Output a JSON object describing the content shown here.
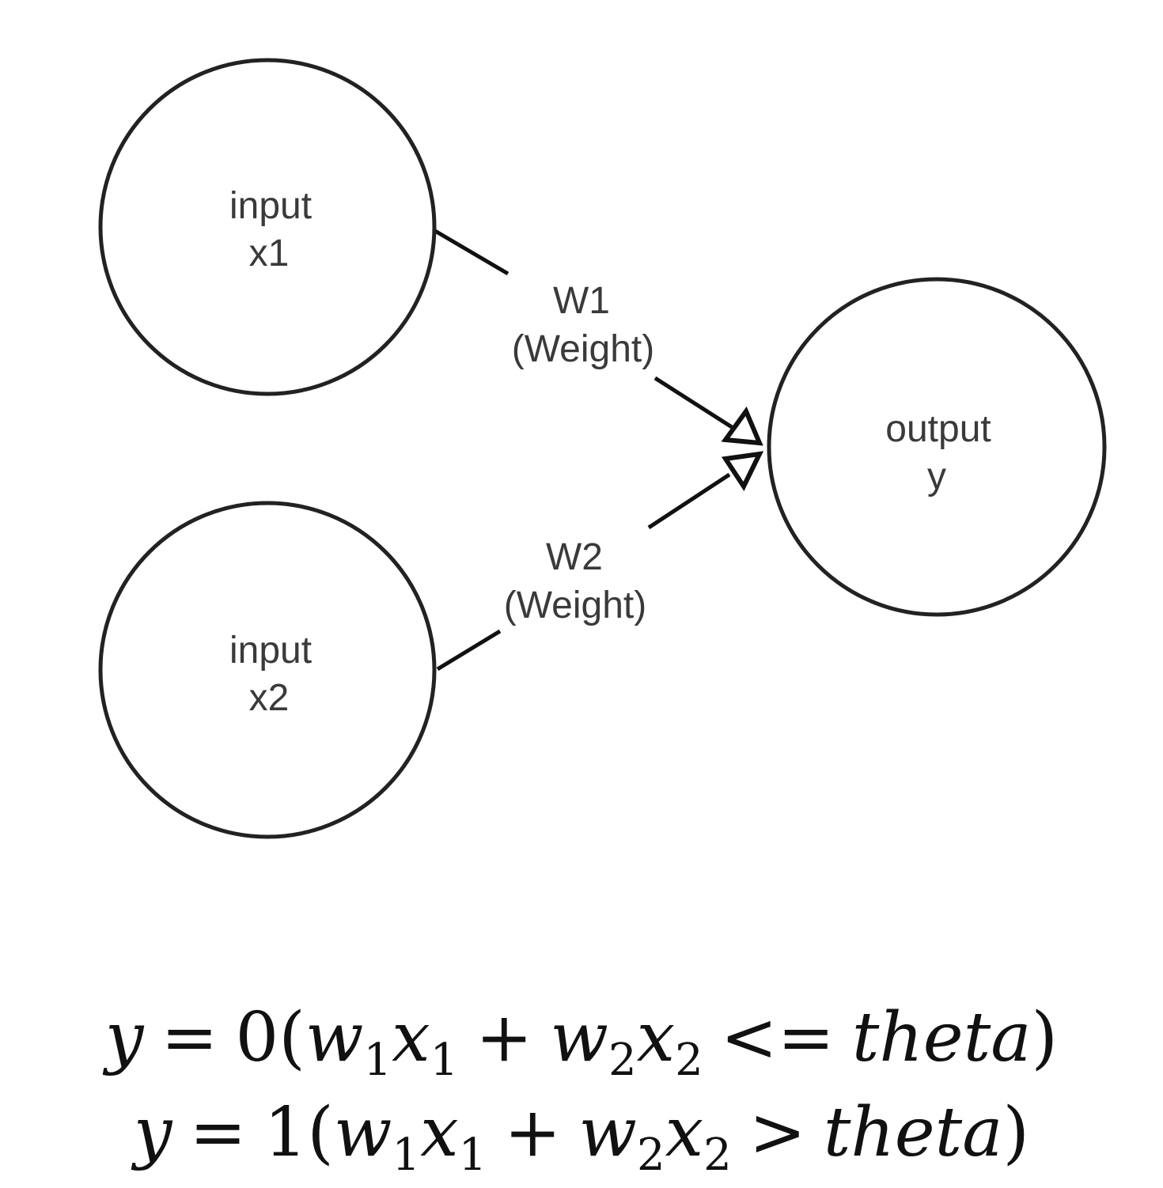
{
  "nodes": {
    "input1": {
      "line1": "input",
      "line2": "x1"
    },
    "input2": {
      "line1": "input",
      "line2": "x2"
    },
    "output": {
      "line1": "output",
      "line2": "y"
    }
  },
  "edges": {
    "w1": {
      "line1": "W1",
      "line2": "(Weight)"
    },
    "w2": {
      "line1": "W2",
      "line2": "(Weight)"
    }
  },
  "formulas": {
    "line1": {
      "lhs": "y",
      "eq": "=",
      "value": "0",
      "w1": "w",
      "w1_sub": "1",
      "x1": "x",
      "x1_sub": "1",
      "plus": "+",
      "w2": "w",
      "w2_sub": "2",
      "x2": "x",
      "x2_sub": "2",
      "cmp": "<=",
      "theta": "theta"
    },
    "line2": {
      "lhs": "y",
      "eq": "=",
      "value": "1",
      "w1": "w",
      "w1_sub": "1",
      "x1": "x",
      "x1_sub": "1",
      "plus": "+",
      "w2": "w",
      "w2_sub": "2",
      "x2": "x",
      "x2_sub": "2",
      "cmp": ">",
      "theta": "theta"
    }
  }
}
